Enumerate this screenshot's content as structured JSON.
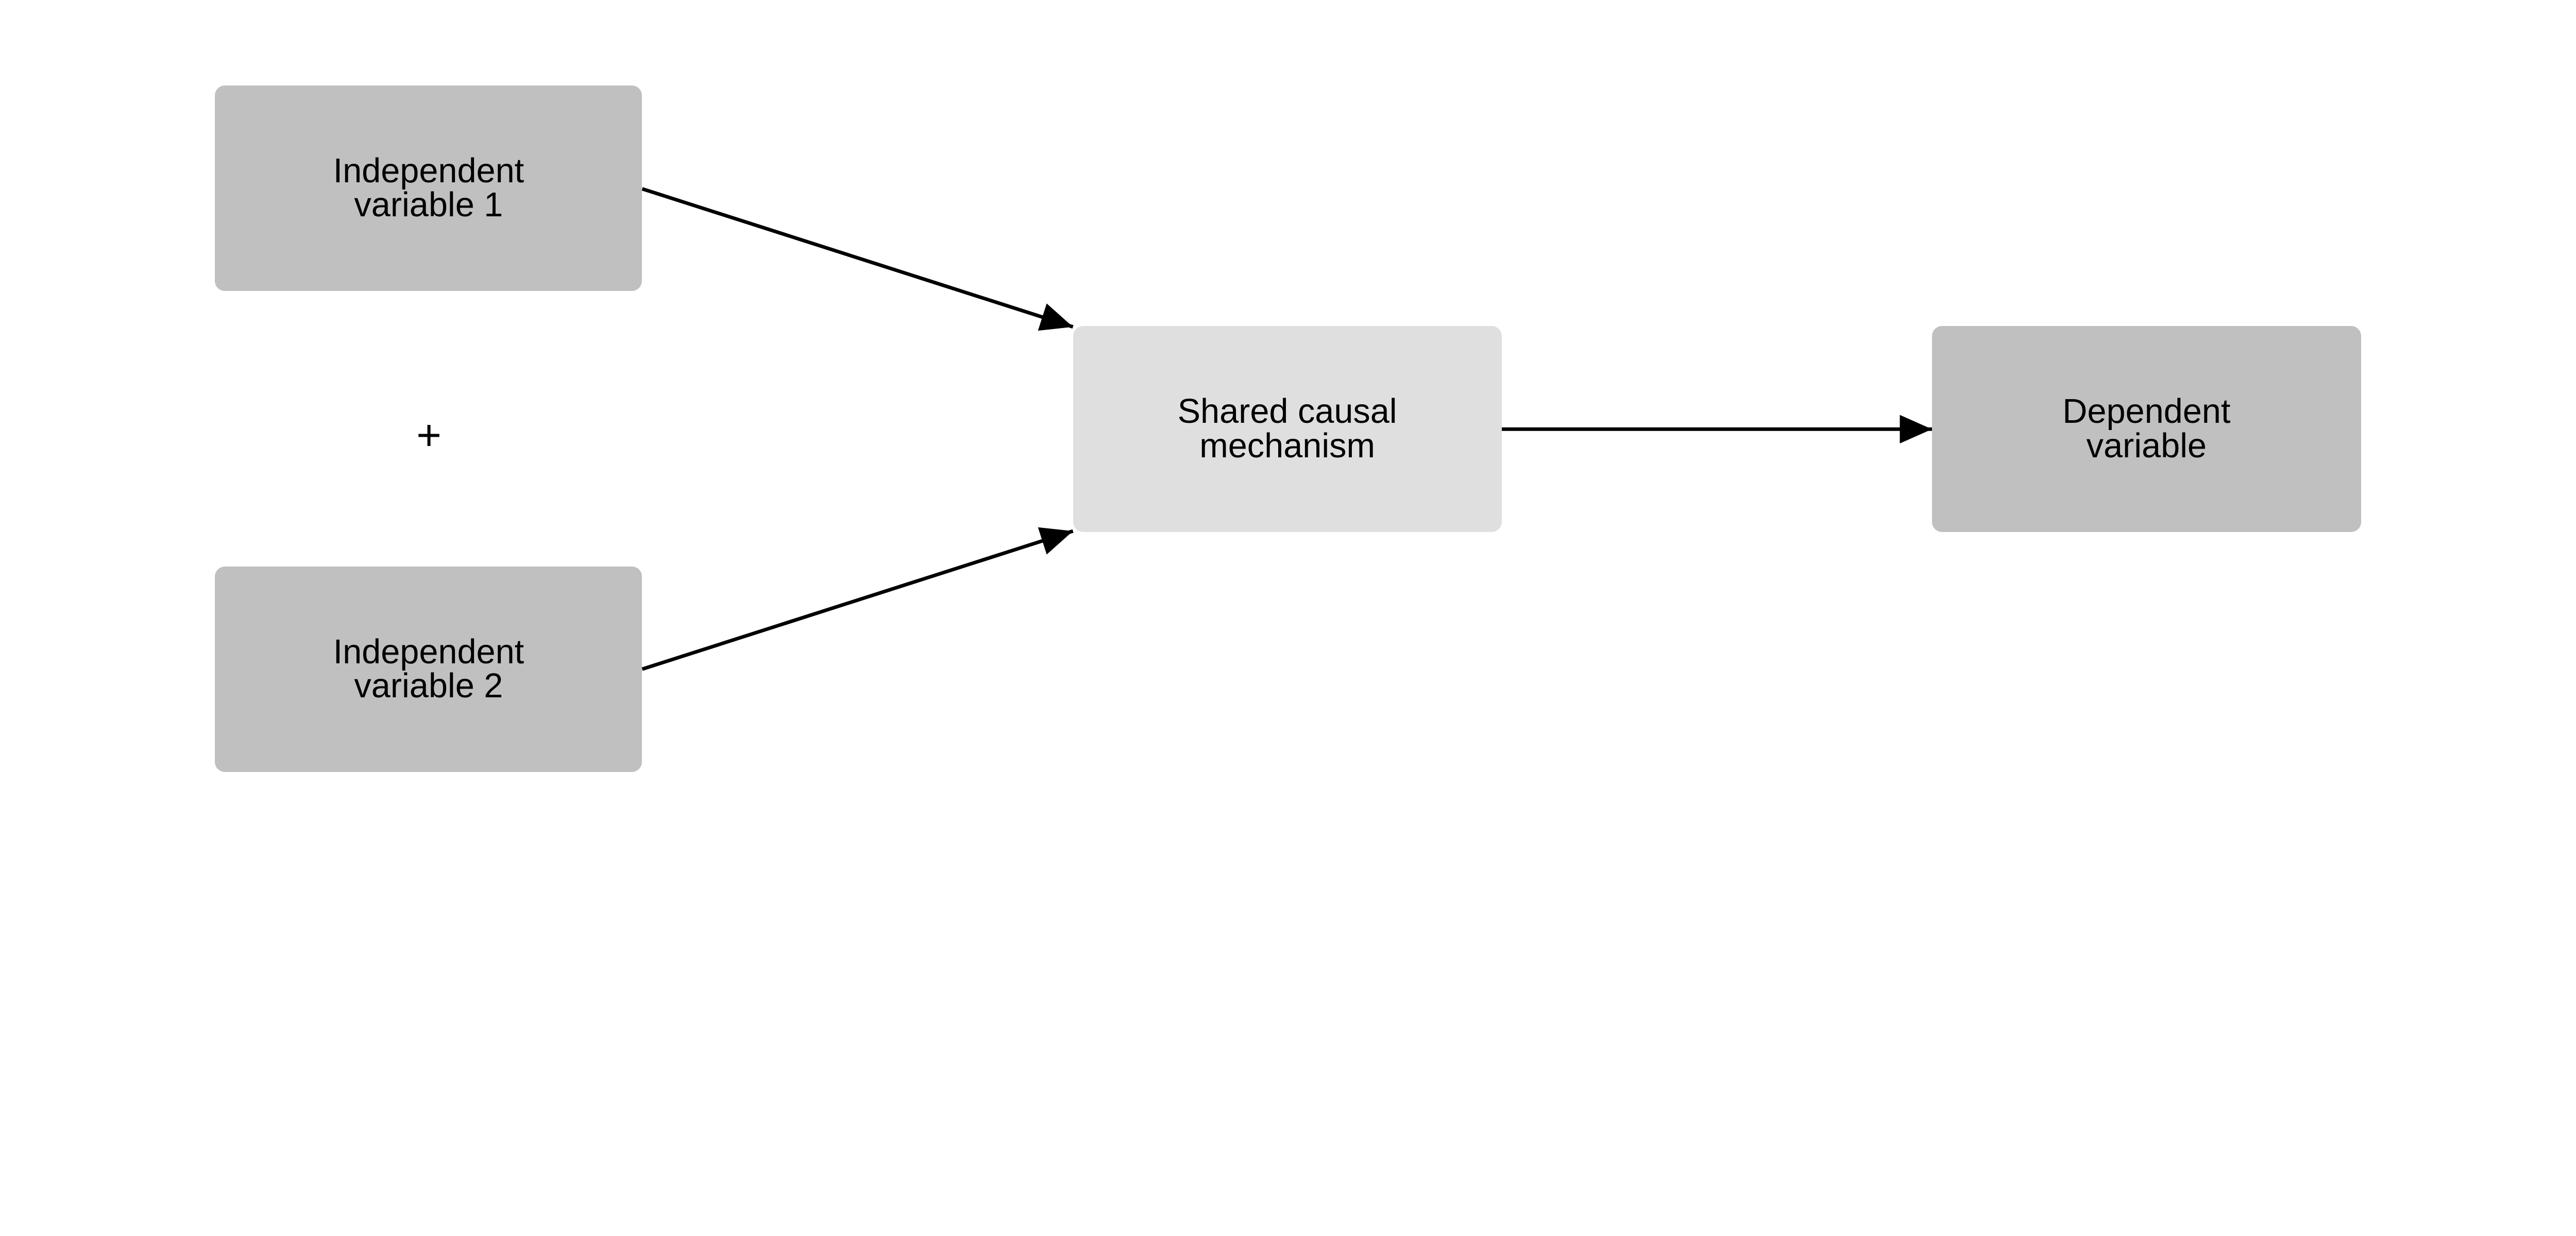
{
  "nodes": {
    "iv1": {
      "label": "Independent\nvariable 1",
      "color": "#c0c0c0"
    },
    "iv2": {
      "label": "Independent\nvariable 2",
      "color": "#c0c0c0"
    },
    "mechanism": {
      "label": "Shared causal\nmechanism",
      "color": "#dfdfdf"
    },
    "dv": {
      "label": "Dependent\nvariable",
      "color": "#c0c0c0"
    }
  },
  "plus_sign": "+",
  "edges": [
    {
      "from": "iv1",
      "to": "mechanism"
    },
    {
      "from": "iv2",
      "to": "mechanism"
    },
    {
      "from": "mechanism",
      "to": "dv"
    }
  ]
}
